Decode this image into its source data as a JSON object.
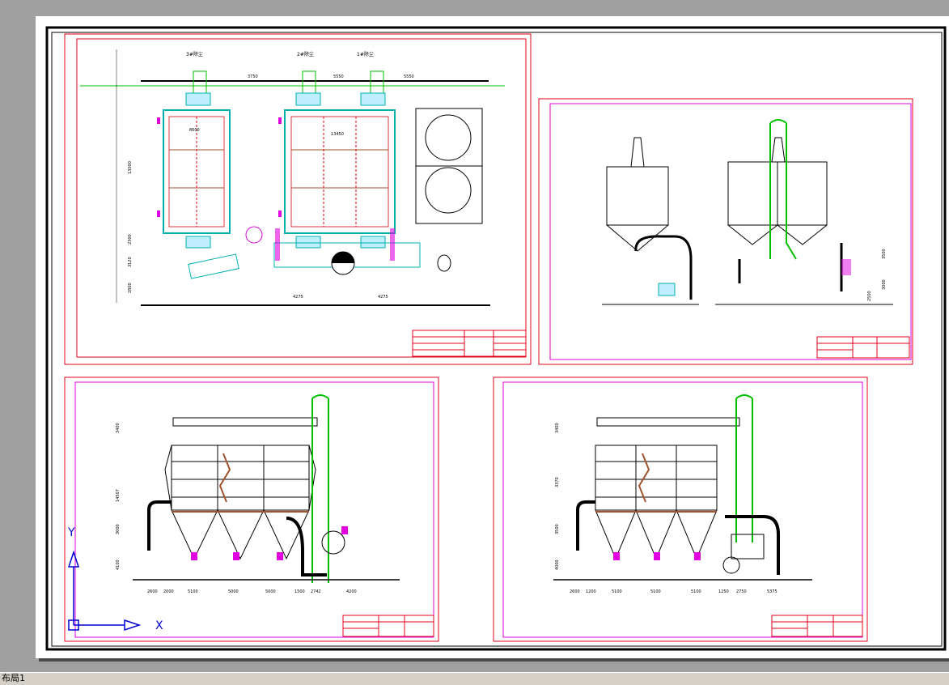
{
  "layout_tab": {
    "label": "布局1"
  },
  "ucs": {
    "x_label": "X",
    "y_label": "Y"
  },
  "plan": {
    "unit_labels": [
      "3#除尘",
      "2#除尘",
      "1#除尘"
    ],
    "top_dims": [
      "3750",
      "5550",
      "5550"
    ],
    "bottom_dims": [
      "4275",
      "4275"
    ],
    "left_dims": [
      "13000",
      "2300",
      "3120",
      "2800"
    ],
    "inner_dims": [
      "8600",
      "13450"
    ]
  },
  "front_left": {
    "bottom_dims": [
      "2600",
      "2000",
      "5100",
      "5000",
      "5000",
      "1500",
      "2742",
      "4200"
    ],
    "left_dims": [
      "3400",
      "14507",
      "3000",
      "4100"
    ]
  },
  "front_right": {
    "bottom_dims": [
      "2600",
      "1200",
      "5100",
      "5100",
      "5100",
      "1250",
      "2750",
      "5375"
    ],
    "left_dims": [
      "3400",
      "3370",
      "3500",
      "4000"
    ]
  },
  "side": {
    "right_dims": [
      "3500",
      "3000",
      "2500"
    ]
  },
  "colors": {
    "background": "#a0a0a0",
    "paper": "#ffffff",
    "border_red": "#e0001a",
    "magenta": "#e000e0",
    "green": "#00c000",
    "cyan": "#00b0b0",
    "brown": "#a0522d"
  }
}
